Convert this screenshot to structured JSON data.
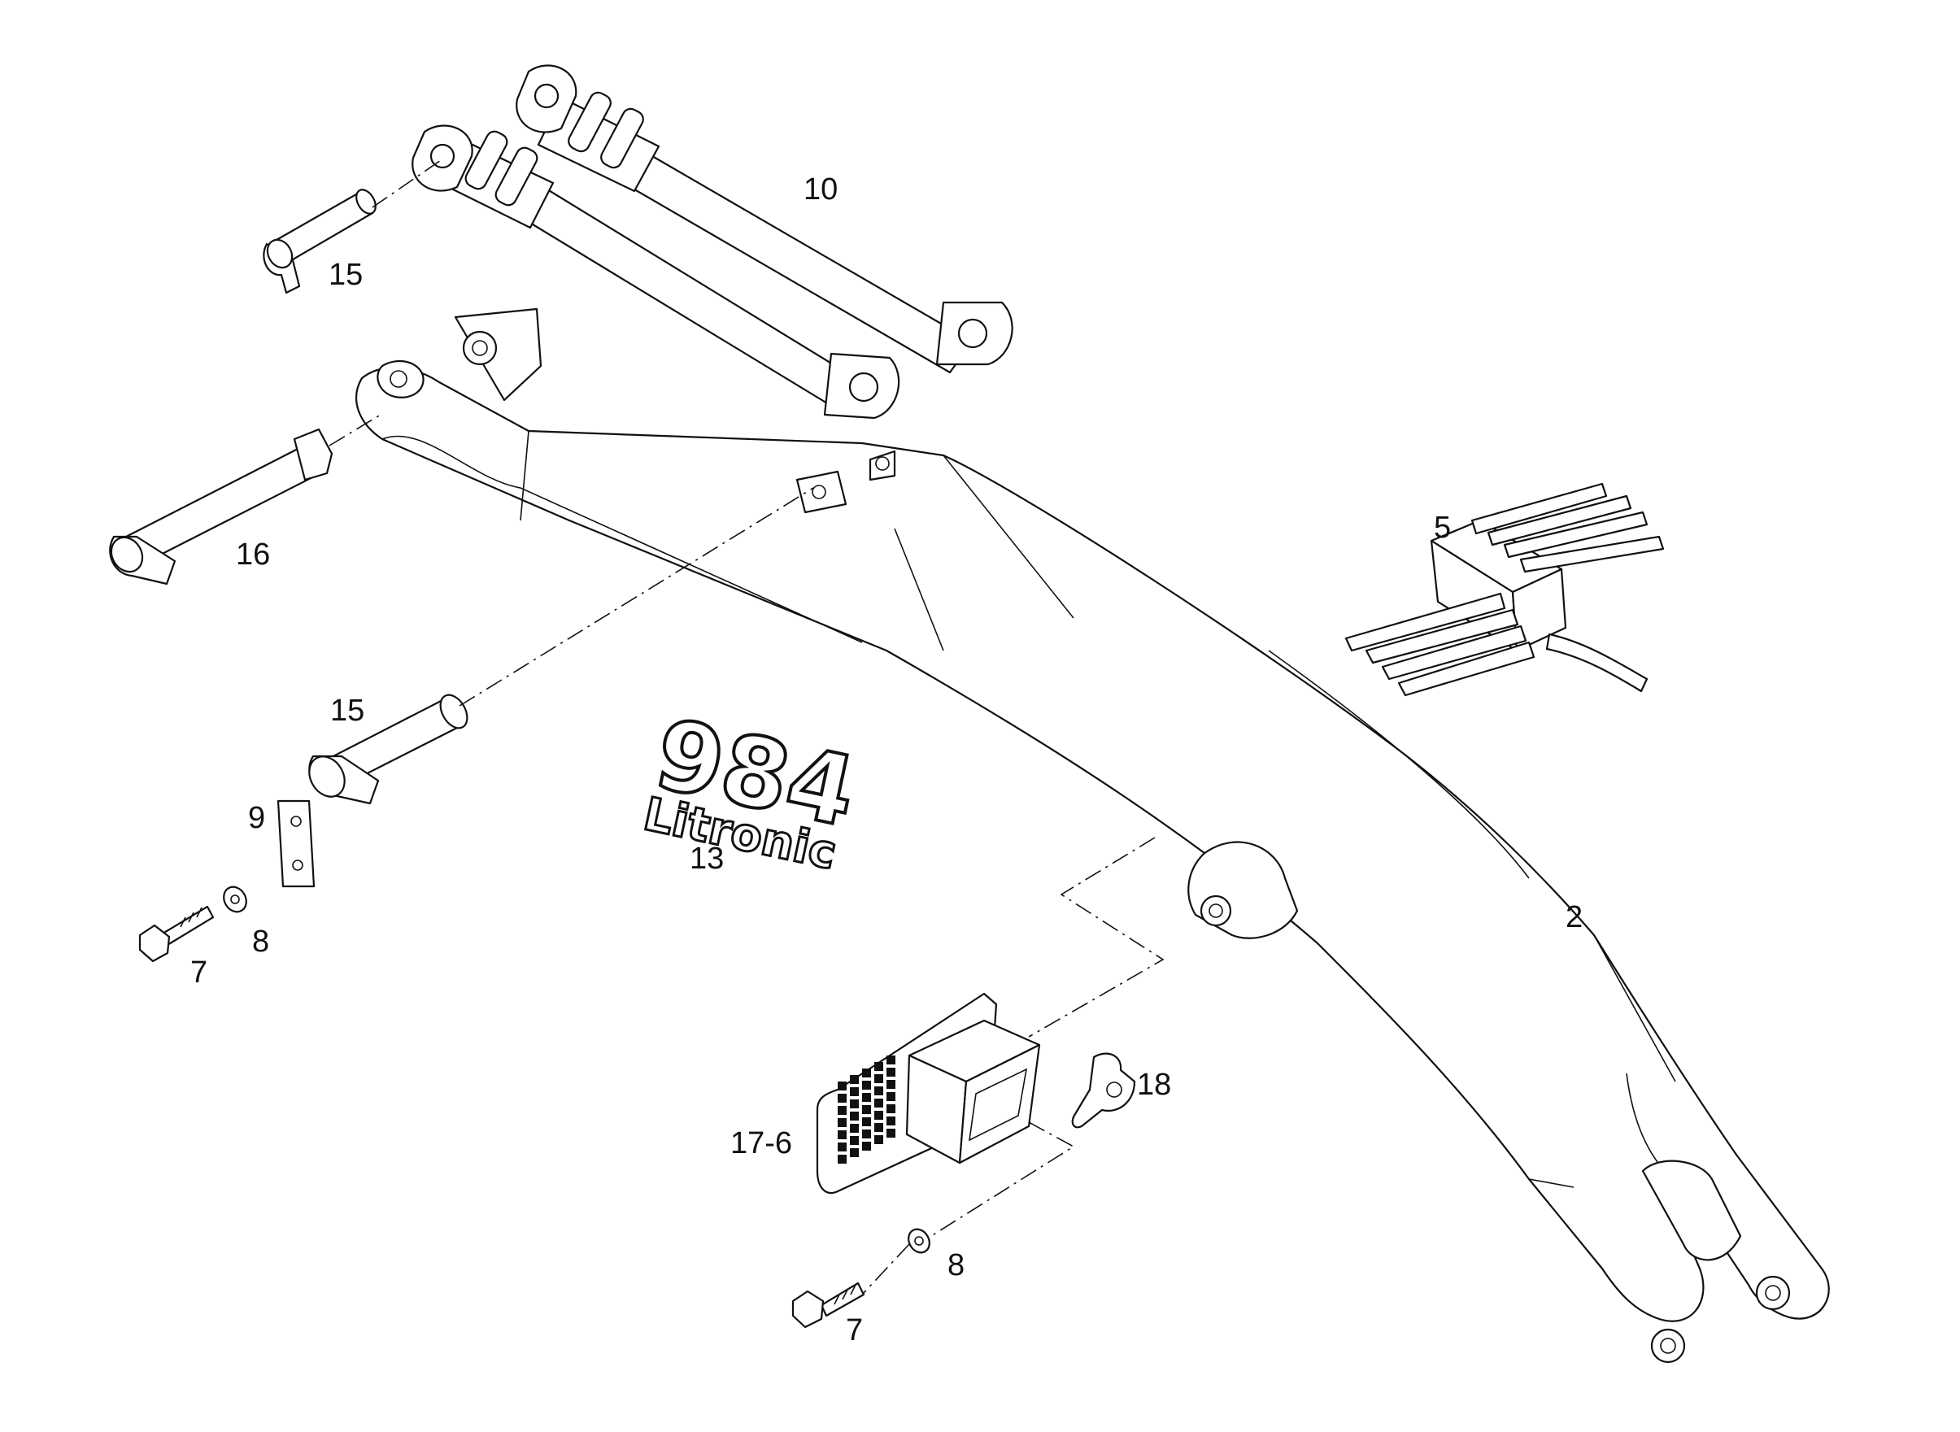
{
  "callouts": {
    "boom": "2",
    "valve_block": "5",
    "bolt_left": "7",
    "bolt_bottom": "7",
    "washer_left": "8",
    "washer_bottom": "8",
    "plate": "9",
    "cylinders": "10",
    "decal": "13",
    "pin_top": "15",
    "pin_mid": "15",
    "pin_long": "16",
    "grille": "17-6",
    "clip": "18"
  },
  "decal_text": {
    "model": "984",
    "brand": "Litronic"
  },
  "colors": {
    "line": "#111111",
    "background": "#ffffff"
  }
}
